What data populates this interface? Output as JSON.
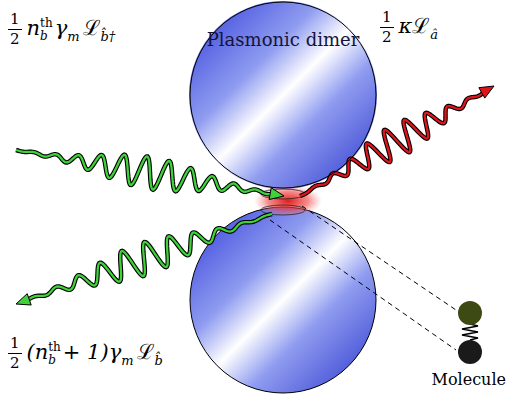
{
  "diagram": {
    "nodes": [
      {
        "text": [
          "Plasmonic dimer"
        ]
      }
    ],
    "labels": [
      "1",
      "2",
      "n",
      "th",
      "b",
      "γ",
      "m",
      "ℒ",
      "b̂†",
      "1",
      "2",
      "κ",
      "ℒ",
      "â",
      "1",
      "2",
      "(n",
      "th",
      "b",
      "+ 1)γ",
      "m",
      "ℒ",
      "b̂",
      "Molecule"
    ]
  }
}
